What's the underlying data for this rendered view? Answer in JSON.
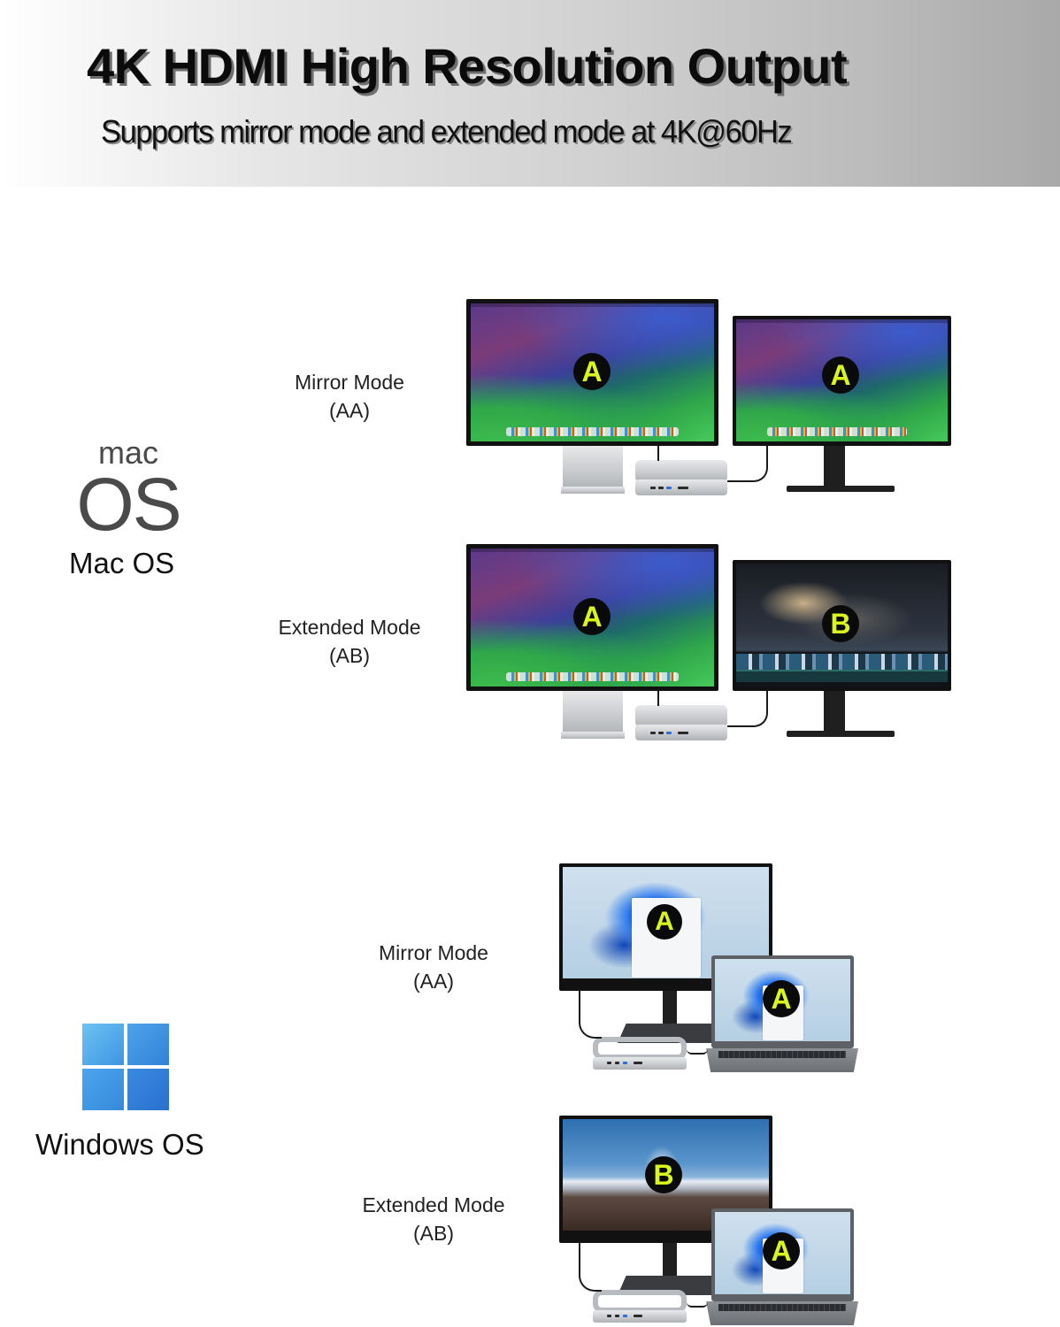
{
  "header": {
    "title": "4K HDMI High Resolution Output",
    "subtitle": "Supports mirror mode and extended mode at 4K@60Hz"
  },
  "sections": [
    {
      "os": "macOS",
      "logo": {
        "icon": "macos-logo",
        "line1": "mac",
        "line2": "OS"
      },
      "label": "Mac OS",
      "modes": [
        {
          "name": "Mirror Mode",
          "code": "(AA)",
          "screens": [
            "A",
            "A"
          ]
        },
        {
          "name": "Extended Mode",
          "code": "(AB)",
          "screens": [
            "A",
            "B"
          ]
        }
      ]
    },
    {
      "os": "Windows",
      "logo": {
        "icon": "windows-logo"
      },
      "label": "Windows OS",
      "modes": [
        {
          "name": "Mirror Mode",
          "code": "(AA)",
          "screens": [
            "A",
            "A"
          ]
        },
        {
          "name": "Extended Mode",
          "code": "(AB)",
          "screens": [
            "B",
            "A"
          ]
        }
      ]
    }
  ],
  "colors": {
    "badge_bg": "#0a0a0a",
    "badge_text": "#d9f51c",
    "title_text": "#0b0b0b",
    "banner_gradient": [
      "#ffffff",
      "#a9a9a9"
    ]
  }
}
